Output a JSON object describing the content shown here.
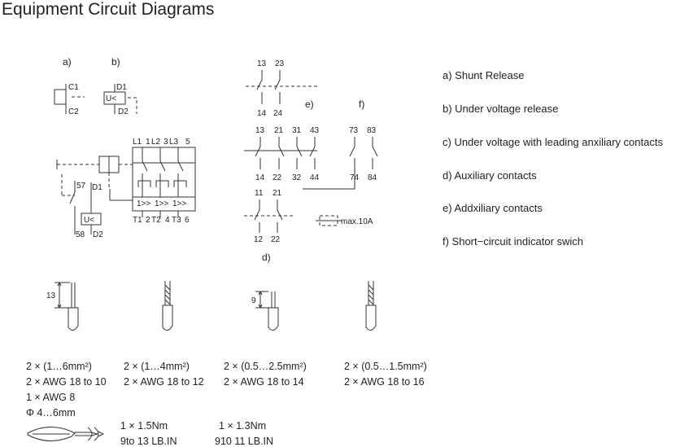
{
  "title": "Equipment Circuit Diagrams",
  "section_labels": {
    "a": "a)",
    "b": "b)",
    "d": "d)",
    "e": "e)",
    "f": "f)"
  },
  "terminals": {
    "shunt": {
      "top": "C1",
      "bottom": "C2"
    },
    "undervoltage": {
      "top": "D1",
      "bottom": "D2",
      "coil": "U<"
    },
    "breaker_top": [
      "L1",
      "1",
      "L2",
      "3",
      "L3",
      "5"
    ],
    "breaker_bottom": [
      "T1",
      "2",
      "T2",
      "4",
      "T3",
      "6"
    ],
    "trip_labels": [
      "1>>",
      "1>>",
      "1>>"
    ],
    "lead_contact": {
      "top": "57",
      "bottom": "58",
      "d1": "D1",
      "d2": "D2",
      "coil": "U<"
    },
    "aux_top": {
      "top": [
        "13",
        "23"
      ],
      "bottom": [
        "14",
        "24"
      ]
    },
    "aux_mid": {
      "top": [
        "13",
        "21",
        "31",
        "43"
      ],
      "bottom": [
        "14",
        "22",
        "32",
        "44"
      ]
    },
    "sc_indicator": {
      "top": [
        "73",
        "83"
      ],
      "bottom": [
        "74",
        "84"
      ]
    },
    "aux_bottom": {
      "top": [
        "11",
        "21"
      ],
      "bottom": [
        "12",
        "22"
      ]
    },
    "max_current": "max.10A"
  },
  "legend": [
    "a) Shunt Release",
    "b) Under voltage release",
    "c) Under voltage with leading anxiliary contacts",
    "d) Auxiliary contacts",
    "e) Addxiliary contacts",
    "f) Short−circuit indicator swich"
  ],
  "wire_dims": {
    "strip_13": "13",
    "strip_9": "9"
  },
  "wiring_specs": {
    "col1": [
      "2 × (1…6mm²)",
      "2 × AWG 18 to 10",
      "1 × AWG 8",
      "Φ 4…6mm"
    ],
    "col2": [
      "2 × (1…4mm²)",
      "2 × AWG 18 to 12"
    ],
    "col3": [
      "2 × (0.5…2.5mm²)",
      "2 × AWG 18 to 14"
    ],
    "col4": [
      "2 × (0.5…1.5mm²)",
      "2 × AWG 18 to 16"
    ]
  },
  "torque": {
    "a_nm": "1 × 1.5Nm",
    "a_lb": "9to 13 LB.IN",
    "b_nm": "1 × 1.3Nm",
    "b_lb": "910 11 LB.IN"
  }
}
